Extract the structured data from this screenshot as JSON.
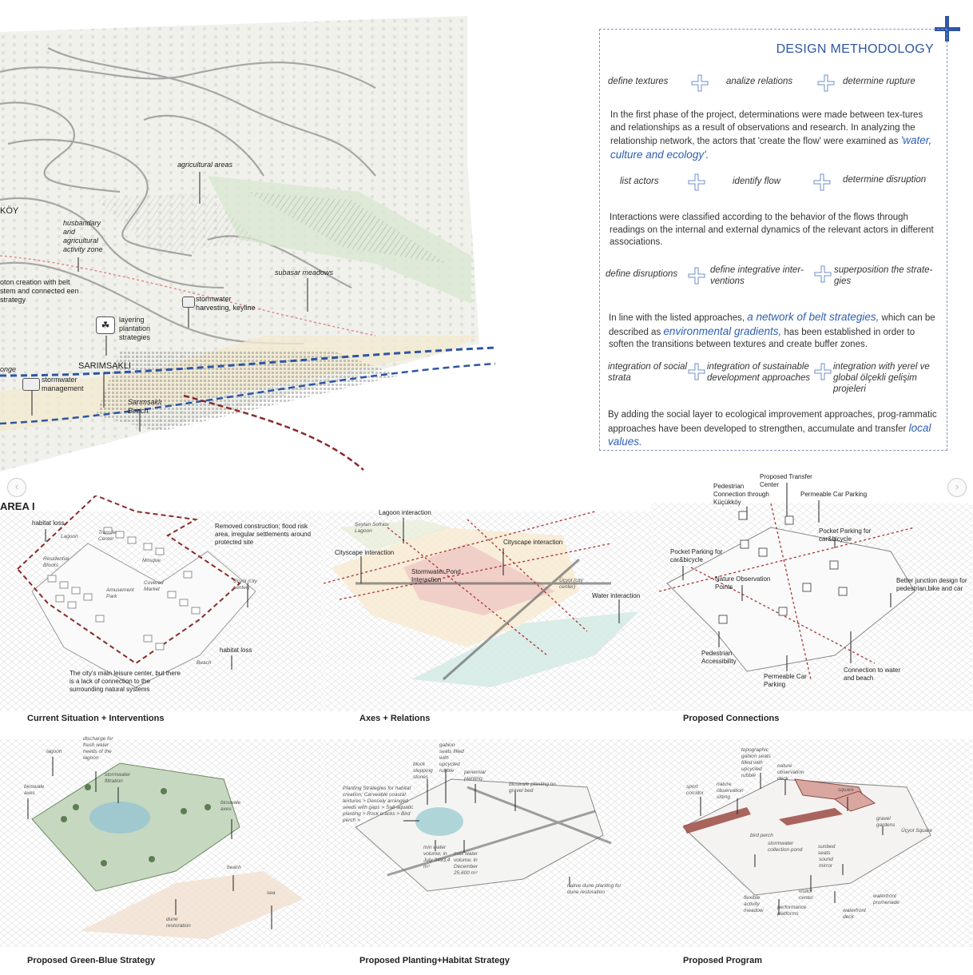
{
  "methodology": {
    "title": "DESIGN METHODOLOGY",
    "row1": [
      "define textures",
      "analize relations",
      "determine rupture"
    ],
    "para1": "In the first phase of the project, determinations were made between tex-tures and relationships as a result of observations and research. In analyzing the relationship network, the actors that 'create the flow' were examined as",
    "para1_hl": "'water, culture and ecology'.",
    "row2": [
      "list actors",
      "identify flow",
      "determine disruption"
    ],
    "para2": "Interactions were classified according to the behavior of the flows through readings on the internal and external dynamics of the relevant actors in different associations.",
    "row3": [
      "define disruptions",
      "define integrative inter-ventions",
      "superposition the strate-gies"
    ],
    "para3_a": "In line with the listed approaches,",
    "para3_hl1": "a network of belt strategies,",
    "para3_b": "which can be described as",
    "para3_hl2": "environmental gradients,",
    "para3_c": "has been established in order to soften the transitions between textures and create buffer zones.",
    "row4": [
      "integration of social strata",
      "integration of sustainable development approaches",
      "integration with yerel ve global ölçekli gelişim projeleri"
    ],
    "para4": "By adding the social layer to ecological improvement approaches, prog-rammatic approaches have been developed to strengthen, accumulate and transfer",
    "para4_hl": "local values."
  },
  "map_labels": {
    "agricultural": "agricultural areas",
    "koy": "KÖY",
    "husbandary": "husbandary and agricultural activity zone",
    "belt": "oton creation with belt stem and connected een strategy",
    "subasar": "subasar meadows",
    "stormwater_harvest": "stormwater harvesting, keyline",
    "layering": "layering plantation strategies",
    "sarimsakli": "SARIMSAKLI",
    "onge": "onge",
    "stormwater_mgmt": "stormwater management",
    "sarimsakli_beach": "Sarımsaklı Beach"
  },
  "panels": {
    "area": "AREA I",
    "p1": {
      "caption": "Current Situation + Interventions",
      "habitat1": "habitat loss",
      "lagoon": "Lagoon",
      "transfer": "Transfer Center",
      "residential": "Residential Blocks",
      "mosque": "Mosque",
      "covered": "Covered Market",
      "amusement": "Amusement Park",
      "removed": "Removed construction; flood risk area, irregular settlements around protected site",
      "ucyol": "Üçyol (city center)",
      "habitat2": "habitat loss",
      "beach": "Beach",
      "leisure": "The city's main leisure center, but there is a lack of connection to the surrounding natural systems"
    },
    "p2": {
      "caption": "Axes + Relations",
      "lagoon_int": "Lagoon interaction",
      "seytan": "Şeytan Sofrası Lagoon",
      "cityscape1": "Cityscape interaction",
      "cityscape2": "Cityscape interaction",
      "stormwater": "Stormwater Pond Interaction",
      "ucyol": "Üçyol (city center)",
      "water": "Water interaction"
    },
    "p3": {
      "caption": "Proposed Connections",
      "proposed_transfer": "Proposed Transfer Center",
      "pedestrian_conn": "Pedestrian Connection through Küçükköy",
      "permeable1": "Permeable Car Parking",
      "pocket1": "Pocket Parking for car&bicycle",
      "pocket2": "Pocket Parking for car&bicycle",
      "nature_obs": "Nature Observation Points",
      "junction": "Better junction design for pedestrian,bike and car",
      "ped_access": "Pedestrian Accessibility",
      "permeable2": "Permeable Car Parking",
      "connection": "Connection to water and beach"
    },
    "p4": {
      "caption": "Proposed Green-Blue Strategy",
      "lagoon": "lagoon",
      "discharge": "discharge for fresh water needs of the lagoon",
      "bioswale1": "bioswale axes",
      "filtration": "stormwater filtration",
      "bioswale2": "bioswale axes",
      "beach": "beach",
      "sea": "sea",
      "dune": "dune restoration"
    },
    "p5": {
      "caption": "Proposed Planting+Habitat Strategy",
      "gabion": "gabion seats filled with upcycled rubble",
      "block": "block stepping stones",
      "perennial": "perennial planting",
      "planting": "Planting Strategies for habitat creation; Carveable coastal textures > Densely arranged seeds with gaps > Salt-aquatic planting > Rock cracks > Bird perch >",
      "bioswale": "bioswale planting on gravel bed",
      "minwater": "min water volume; in July 3493,4 m³",
      "maxwater": "max water volume; in December 25.600 m³",
      "native": "native dune planting for dune restoration"
    },
    "p6": {
      "caption": "Proposed Program",
      "topographic": "topographic gabion seats filled with upcycled rubble",
      "nature_deck": "nature observation deck",
      "sport": "sport corridor",
      "nature_sitting": "nature observation sitting",
      "square": "square",
      "gravel": "gravel gardens",
      "ucyol": "Üçyol Square",
      "bird": "bird perch",
      "collection": "stormwater collection pond",
      "sunbed": "sunbed seats",
      "sound": "sound mirror",
      "flexible": "flexible activity meadow",
      "visitor": "visitor center",
      "performance": "performance platforms",
      "waterfront_prom": "waterfront promenade",
      "waterfront_deck": "waterfront deck"
    }
  },
  "colors": {
    "accent": "#2d56a3",
    "border": "#7f95c4",
    "red": "#8a2a2a"
  }
}
